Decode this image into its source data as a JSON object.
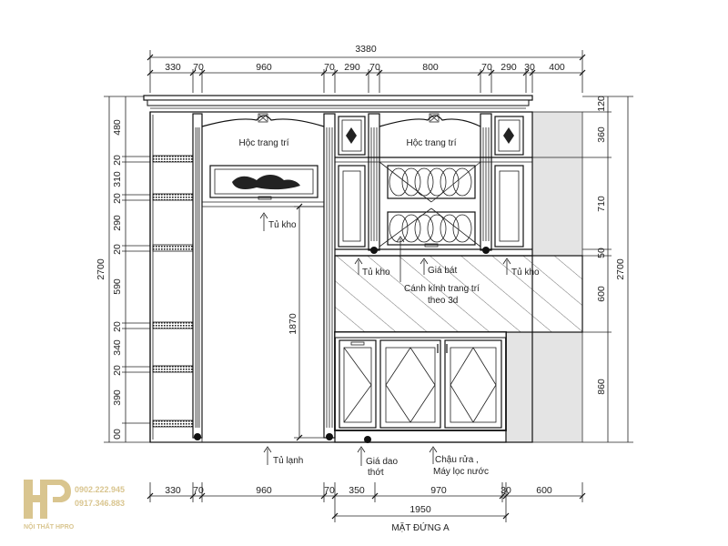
{
  "title": "MẶT ĐỨNG A",
  "dims": {
    "total_width": "3380",
    "top_row": [
      "330",
      "70",
      "960",
      "70",
      "290",
      "70",
      "800",
      "70",
      "290",
      "30",
      "400"
    ],
    "bottom_row": [
      "330",
      "70",
      "960",
      "70",
      "350",
      "970",
      "30",
      "600"
    ],
    "bottom_sub": "1950",
    "left_col": [
      "480",
      "20",
      "310",
      "20",
      "290",
      "20",
      "590",
      "20",
      "340",
      "20",
      "390",
      "00"
    ],
    "left_total": "2700",
    "right_col": [
      "120",
      "360",
      "710",
      "50",
      "600",
      "860"
    ],
    "right_total": "2700",
    "fridge_height": "1870"
  },
  "labels": {
    "hoc1": "Hộc trang trí",
    "hoc2": "Hộc trang trí",
    "tukho1": "Tủ kho",
    "tukho2": "Tủ kho",
    "tukho3": "Tủ kho",
    "giabat": "Giá bát",
    "canhkinh1": "Cánh kính trang trí",
    "canhkinh2": "theo 3d",
    "tulanh": "Tủ lạnh",
    "giadao1": "Giá dao",
    "giadao2": "thớt",
    "chaurua1": "Chậu rửa ,",
    "chaurua2": "Máy lọc nước"
  },
  "brand": {
    "phone1": "0902.222.945",
    "phone2": "0917.346.883",
    "name": "NỘI THẤT HPRO",
    "color": "#d9c58f"
  }
}
